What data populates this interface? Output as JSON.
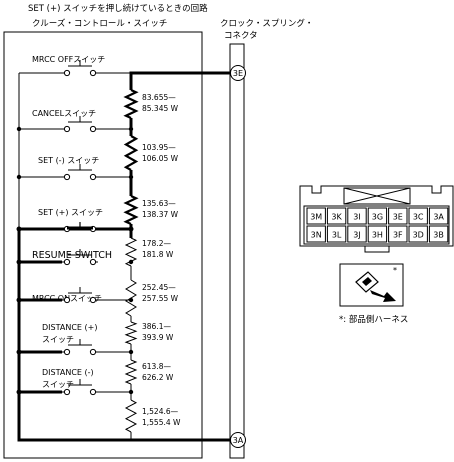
{
  "title": "SET (+) スイッチを押し続けているときの回路",
  "cruise_switch_label": "クルーズ・コントロール・スイッチ",
  "clock_spring_label": [
    "クロック・スプリング・",
    "コネクタ"
  ],
  "terminals": {
    "top": "3E",
    "bottom": "3A"
  },
  "switches": [
    {
      "id": "mrcc-off",
      "lines": [
        "MRCC OFFスイッチ"
      ]
    },
    {
      "id": "cancel",
      "lines": [
        "CANCELスイッチ"
      ]
    },
    {
      "id": "set-minus",
      "lines": [
        "SET (-) スイッチ"
      ]
    },
    {
      "id": "set-plus",
      "lines": [
        "SET (+) スイッチ"
      ]
    },
    {
      "id": "resume",
      "lines": [
        "RESUME SWITCH"
      ]
    },
    {
      "id": "mrcc-on",
      "lines": [
        "MRCC ONスイッチ"
      ]
    },
    {
      "id": "distance-plus",
      "lines": [
        "DISTANCE (+)",
        "スイッチ"
      ]
    },
    {
      "id": "distance-minus",
      "lines": [
        "DISTANCE (-)",
        "スイッチ"
      ]
    }
  ],
  "resistors": [
    [
      "83.655—",
      "85.345 W"
    ],
    [
      "103.95—",
      "106.05 W"
    ],
    [
      "135.63—",
      "138.37 W"
    ],
    [
      "178.2—",
      "181.8 W"
    ],
    [
      "252.45—",
      "257.55 W"
    ],
    [
      "386.1—",
      "393.9 W"
    ],
    [
      "613.8—",
      "626.2 W"
    ],
    [
      "1,524.6—",
      "1,555.4 W"
    ]
  ],
  "connector": {
    "row1": [
      "3M",
      "3K",
      "3I",
      "3G",
      "3E",
      "3C",
      "3A"
    ],
    "row2": [
      "3N",
      "3L",
      "3J",
      "3H",
      "3F",
      "3D",
      "3B"
    ]
  },
  "harness_mark": "*",
  "harness_note": "*: 部品側ハーネス"
}
